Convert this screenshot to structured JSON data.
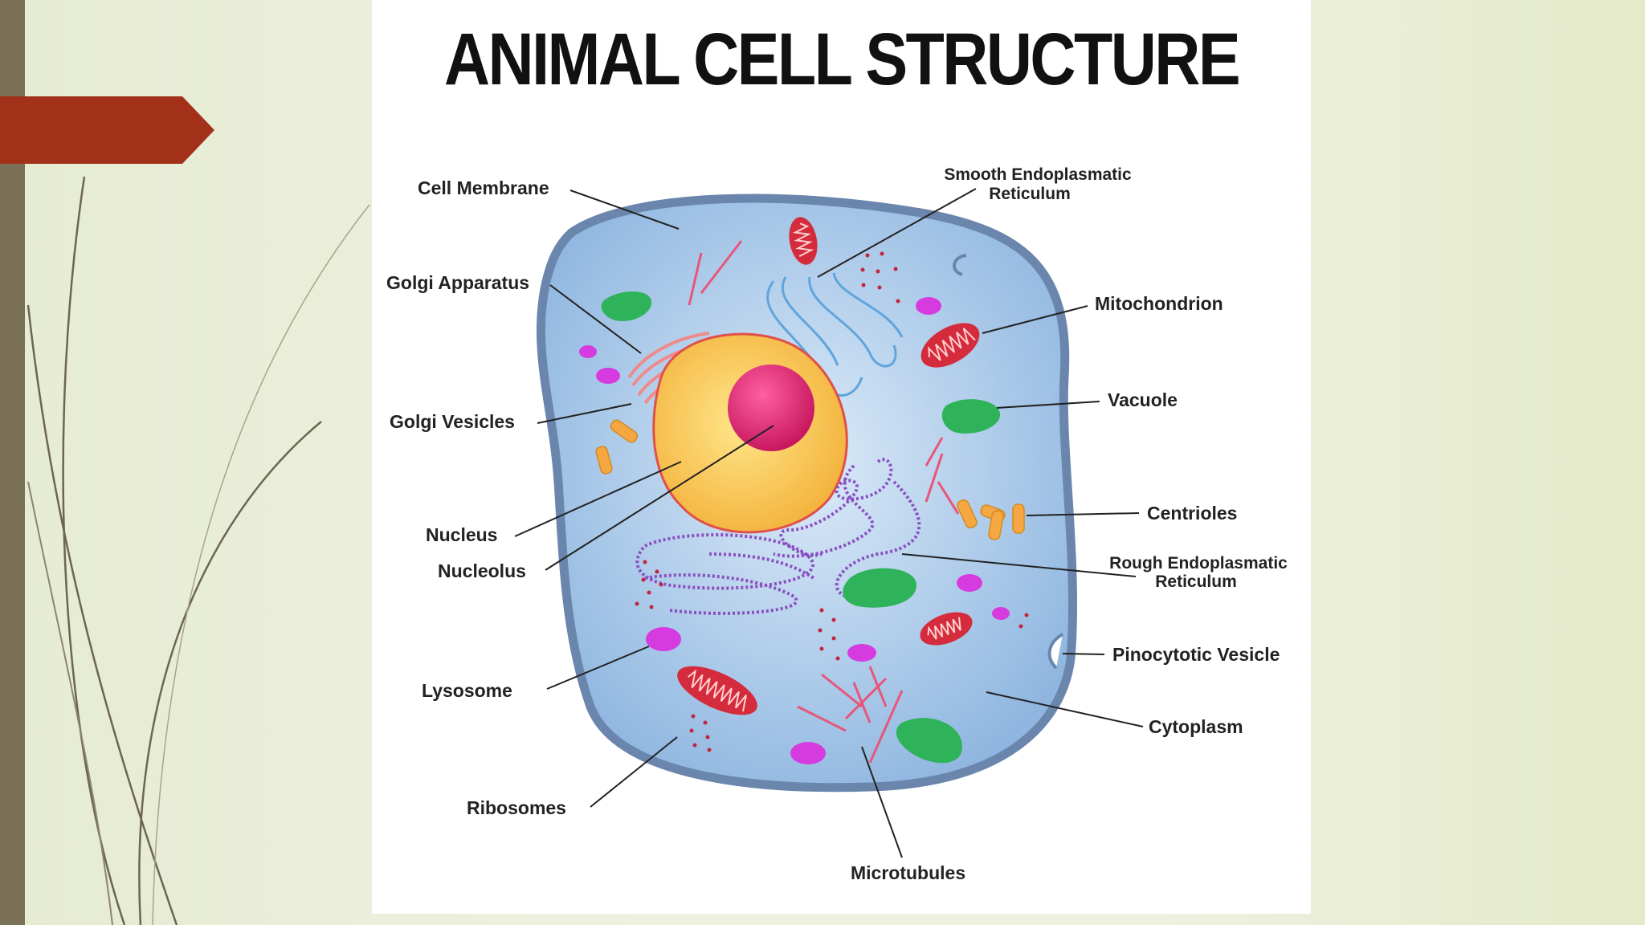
{
  "diagram": {
    "title": "ANIMAL CELL STRUCTURE",
    "labels": {
      "cell_membrane": "Cell Membrane",
      "golgi_apparatus": "Golgi Apparatus",
      "golgi_vesicles": "Golgi Vesicles",
      "nucleus": "Nucleus",
      "nucleolus": "Nucleolus",
      "lysosome": "Lysosome",
      "ribosomes": "Ribosomes",
      "microtubules": "Microtubules",
      "ser_line1": "Smooth Endoplasmatic",
      "ser_line2": "Reticulum",
      "mitochondrion": "Mitochondrion",
      "vacuole": "Vacuole",
      "centrioles": "Centrioles",
      "rer_line1": "Rough Endoplasmatic",
      "rer_line2": "Reticulum",
      "pinocytotic_vesicle": "Pinocytotic Vesicle",
      "cytoplasm": "Cytoplasm"
    }
  },
  "colors": {
    "accent_arrow": "#a3311a",
    "side_bar": "#7a7157",
    "cytoplasm": "#a9c9ea",
    "membrane": "#6b86ad",
    "nucleus": "#f6c94c",
    "nucleolus": "#d81b6a",
    "mitochondrion": "#d42c3c",
    "vacuole": "#2fb35a",
    "lysosome": "#d63be0",
    "er": "#8a4fc2"
  }
}
